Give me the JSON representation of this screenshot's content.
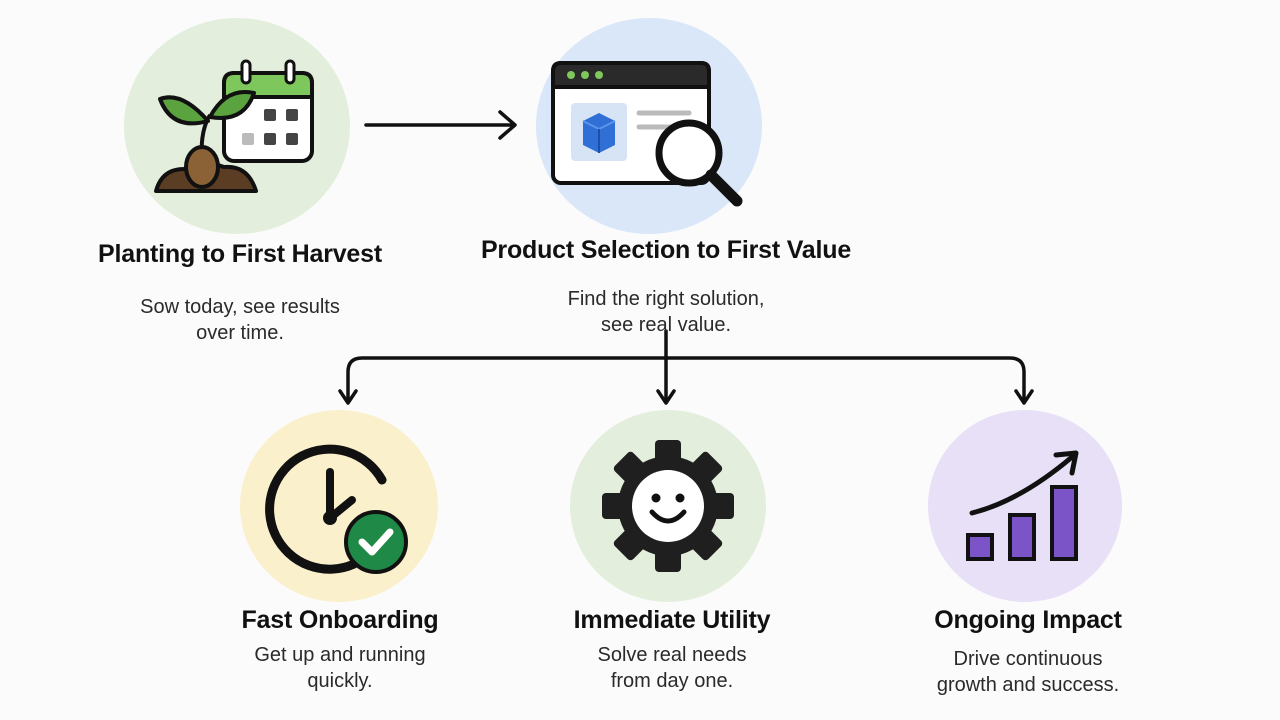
{
  "nodes": {
    "planting": {
      "title": "Planting to First Harvest",
      "desc": [
        "Sow today, see results",
        "over time."
      ],
      "color": "#e3efdc",
      "icon": "sprout-calendar-icon"
    },
    "product": {
      "title": "Product Selection to First Value",
      "desc": [
        "Find the right solution,",
        "see real value."
      ],
      "color": "#d9e7f8",
      "icon": "browser-search-icon"
    },
    "onboarding": {
      "title": "Fast Onboarding",
      "desc": [
        "Get up and running",
        "quickly."
      ],
      "color": "#fbf0cc",
      "icon": "clock-check-icon"
    },
    "utility": {
      "title": "Immediate Utility",
      "desc": [
        "Solve real needs",
        "from day one."
      ],
      "color": "#e3efdc",
      "icon": "smiling-gear-icon"
    },
    "impact": {
      "title": "Ongoing Impact",
      "desc": [
        "Drive continuous",
        "growth and success."
      ],
      "color": "#e7e0f7",
      "icon": "growth-chart-icon"
    }
  },
  "colors": {
    "leaf": "#5aa33f",
    "soil": "#5a3d22",
    "seed": "#8a6236",
    "calendar_header": "#7dc75c",
    "cube": "#2f6fd6",
    "browser_dots": "#7dc75c",
    "check": "#1f8a47",
    "bars": "#7b55c8",
    "ink": "#111111"
  }
}
